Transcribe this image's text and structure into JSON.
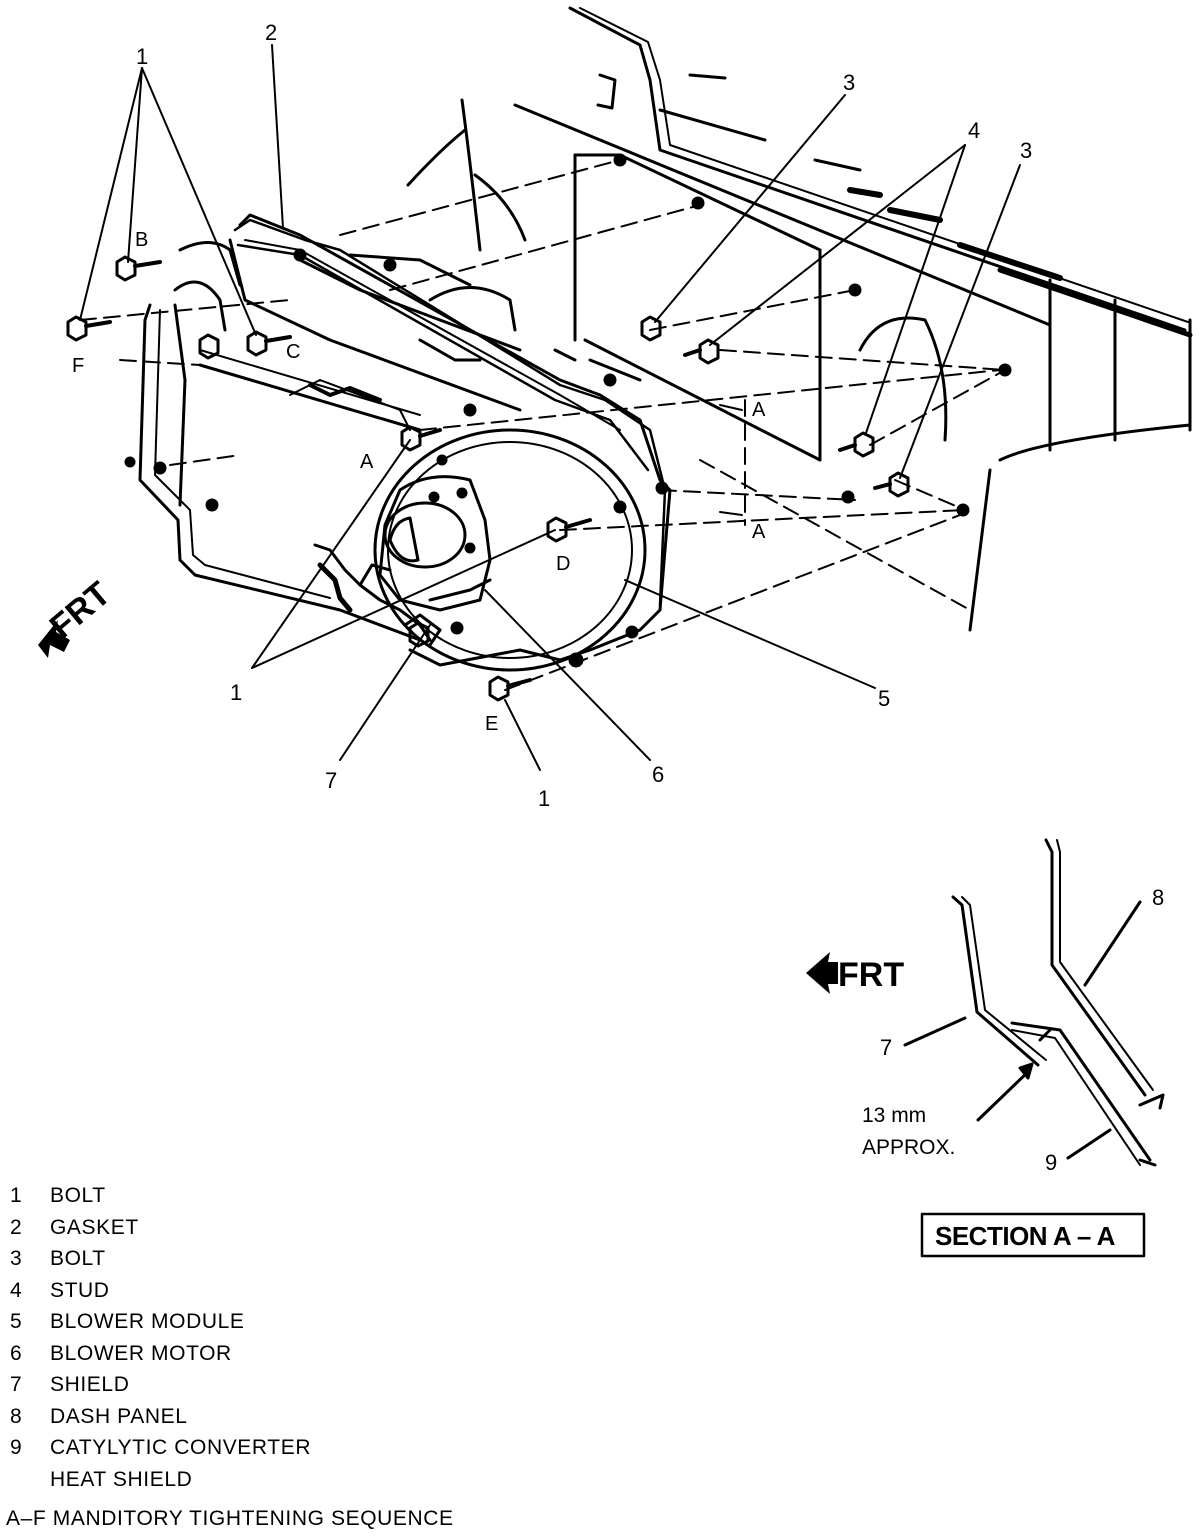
{
  "callouts": {
    "c1_top": "1",
    "c2_top": "2",
    "c3_top": "3",
    "c4_top": "4",
    "c3_right": "3",
    "c1_lower": "1",
    "c5": "5",
    "c7": "7",
    "c1_bottom": "1",
    "c6": "6"
  },
  "sequence_letters": {
    "b": "B",
    "f": "F",
    "c": "C",
    "a": "A",
    "d": "D",
    "e": "E",
    "section_a_upper": "A",
    "section_a_lower": "A"
  },
  "front_label": "FRT",
  "section_view": {
    "callout_8": "8",
    "callout_7": "7",
    "callout_9": "9",
    "gap_value": "13 mm",
    "gap_note": "APPROX.",
    "front_label": "FRT",
    "title": "SECTION A – A"
  },
  "legend": [
    {
      "num": "1",
      "text": "BOLT"
    },
    {
      "num": "2",
      "text": "GASKET"
    },
    {
      "num": "3",
      "text": "BOLT"
    },
    {
      "num": "4",
      "text": "STUD"
    },
    {
      "num": "5",
      "text": "BLOWER MODULE"
    },
    {
      "num": "6",
      "text": "BLOWER MOTOR"
    },
    {
      "num": "7",
      "text": "SHIELD"
    },
    {
      "num": "8",
      "text": "DASH PANEL"
    },
    {
      "num": "9",
      "text": "CATYLYTIC CONVERTER"
    },
    {
      "num": "",
      "text": "HEAT SHIELD"
    }
  ],
  "tightening_note": "A–F MANDITORY TIGHTENING SEQUENCE"
}
